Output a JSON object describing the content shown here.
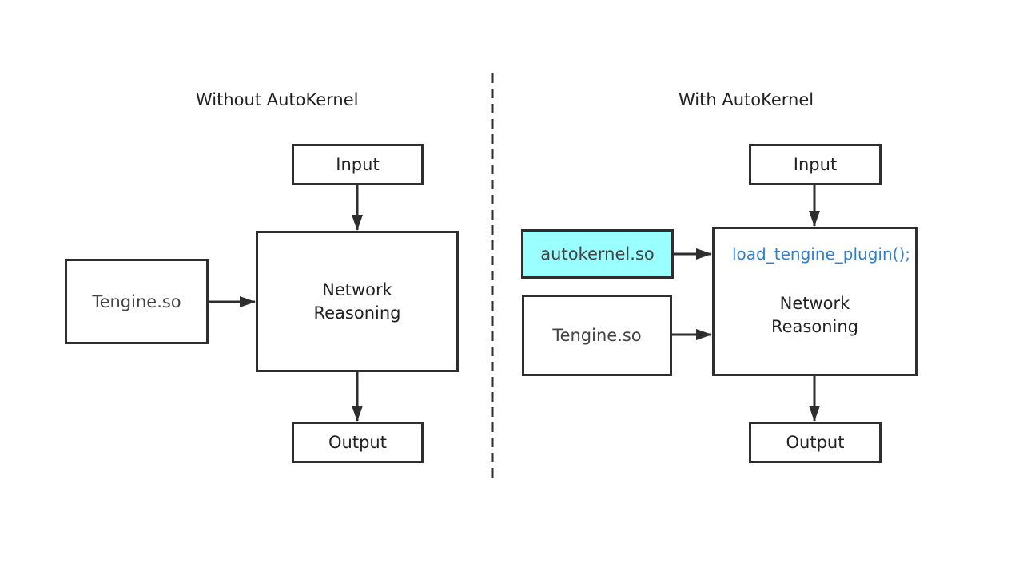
{
  "left_panel": {
    "title": "Without AutoKernel",
    "input_label": "Input",
    "network_line1": "Network",
    "network_line2": "Reasoning",
    "library_label": "Tengine.so",
    "output_label": "Output"
  },
  "right_panel": {
    "title": "With AutoKernel",
    "input_label": "Input",
    "plugin_call": "load_tengine_plugin();",
    "network_line1": "Network",
    "network_line2": "Reasoning",
    "autokernel_label": "autokernel.so",
    "library_label": "Tengine.so",
    "output_label": "Output"
  },
  "colors": {
    "box_border": "#2e2e2e",
    "highlight_fill": "#99ffff",
    "code_text": "#2f7fd1",
    "divider": "#2e2e2e"
  }
}
